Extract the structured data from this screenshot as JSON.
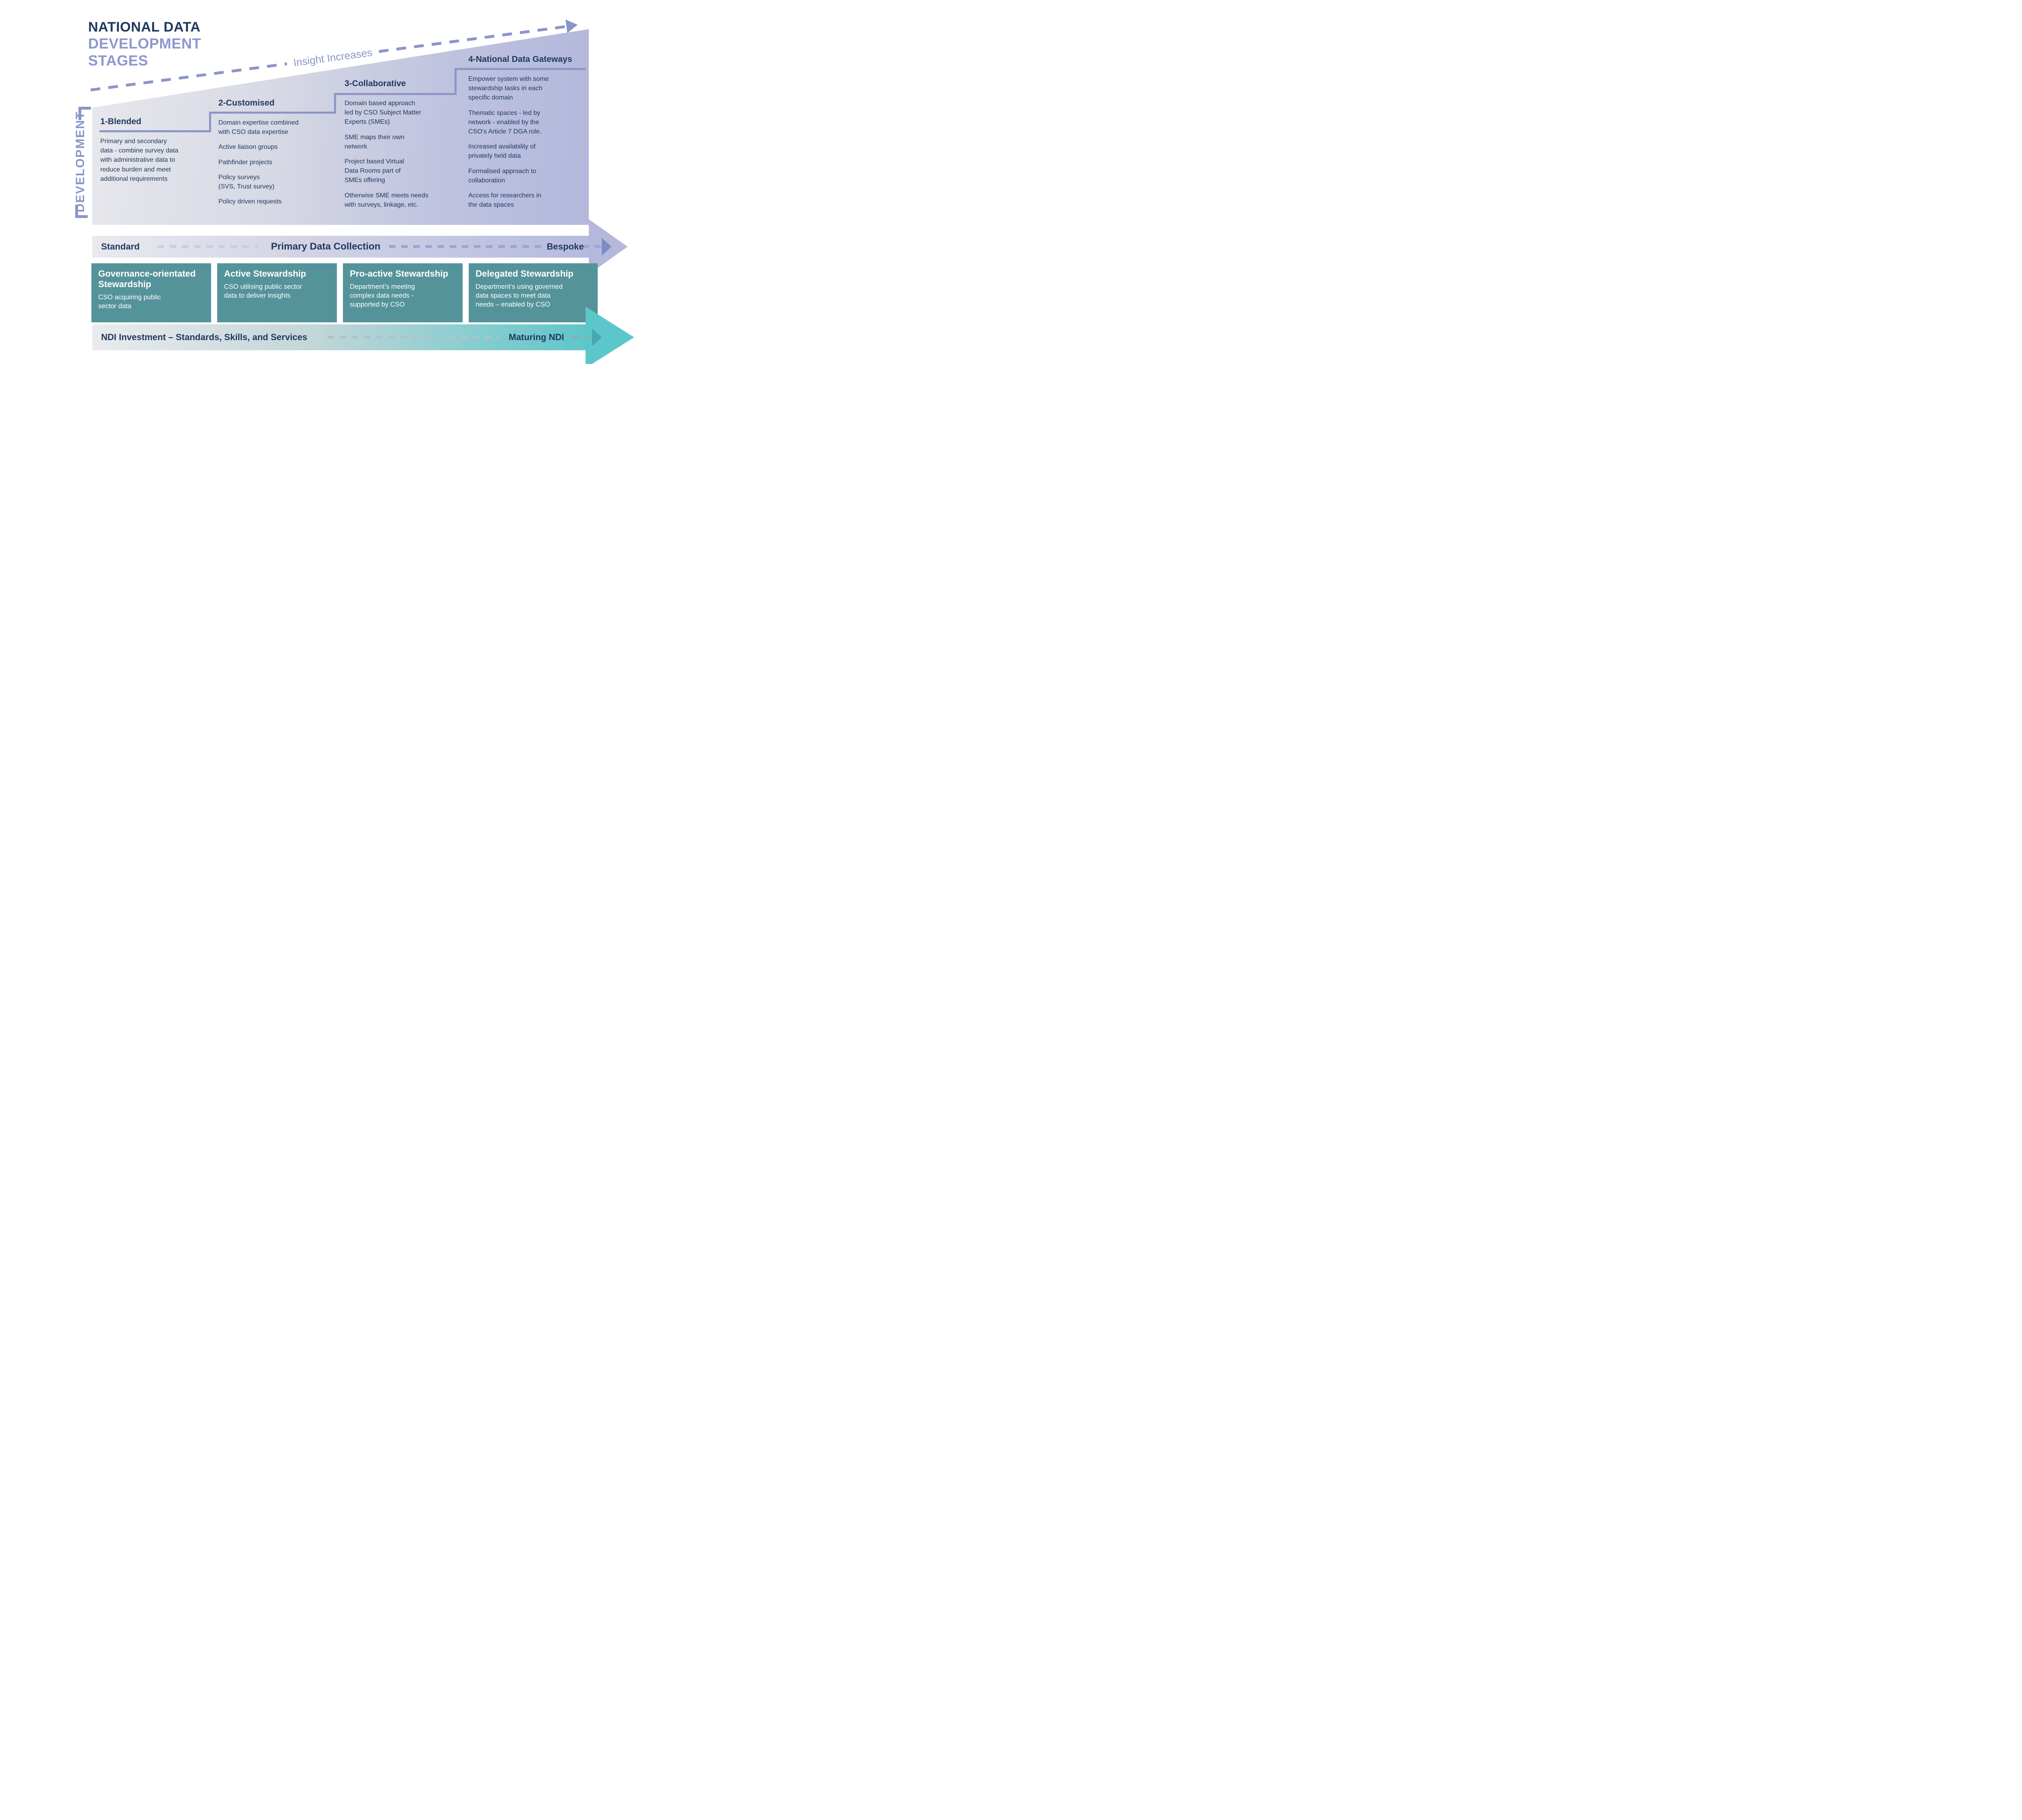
{
  "title": {
    "line1": "NATIONAL DATA",
    "line2": "DEVELOPMENT",
    "line3": "STAGES"
  },
  "axes": {
    "development_label": "DEVELOPMENT",
    "insight_label": "Insight Increases"
  },
  "stages": [
    {
      "heading": "1-Blended",
      "items": [
        "Primary and secondary\ndata - combine survey data\nwith administrative data to\nreduce burden and meet\nadditional  requirements"
      ]
    },
    {
      "heading": "2-Customised",
      "items": [
        "Domain expertise combined\nwith CSO data expertise",
        "Active liaison groups",
        "Pathfinder projects",
        "Policy surveys\n(SVS, Trust survey)",
        "Policy driven requests"
      ]
    },
    {
      "heading": "3-Collaborative",
      "items": [
        "Domain based approach\nled by CSO Subject Matter\nExperts (SMEs)",
        "SME maps their own\nnetwork",
        "Project based Virtual\nData Rooms part of\nSMEs offering",
        "Otherwise SME meets needs\nwith surveys, linkage, etc."
      ]
    },
    {
      "heading": "4-National Data Gateways",
      "items": [
        "Empower system with some\nstewardship tasks in each\nspecific domain",
        "Thematic spaces - led by\nnetwork -  enabled by the\nCSO's Article 7 DGA role.",
        "Increased availability of\nprivately held data",
        "Formalised approach to\ncollaboration",
        "Access for researchers in\nthe data spaces"
      ]
    }
  ],
  "collection_band": {
    "left_label": "Standard",
    "center_label": "Primary Data Collection",
    "right_label": "Bespoke"
  },
  "stewardship_boxes": [
    {
      "heading": "Governance-orientated\nStewardship",
      "body": "CSO acquiring public\nsector data"
    },
    {
      "heading": "Active Stewardship",
      "body": "CSO utilising public sector\ndata to deliver insights"
    },
    {
      "heading": "Pro-active Stewardship",
      "body": "Department’s meeting\ncomplex data needs -\nsupported by CSO"
    },
    {
      "heading": "Delegated Stewardship",
      "body": "Department’s using governed\ndata spaces to meet data\nneeds – enabled by CSO"
    }
  ],
  "investment_band": {
    "left_label": "NDI Investment – Standards, Skills, and Services",
    "right_label": "Maturing NDI"
  },
  "colors": {
    "navy_text": "#1f3a60",
    "periwinkle_accent": "#8b95c9",
    "title_periwinkle": "#8d98cd",
    "panel_gradient_end": "#b3b8dc",
    "collection_arrow": "#b4b9dc",
    "teal_box": "#55939a",
    "investment_arrow": "#5cc7cb"
  }
}
